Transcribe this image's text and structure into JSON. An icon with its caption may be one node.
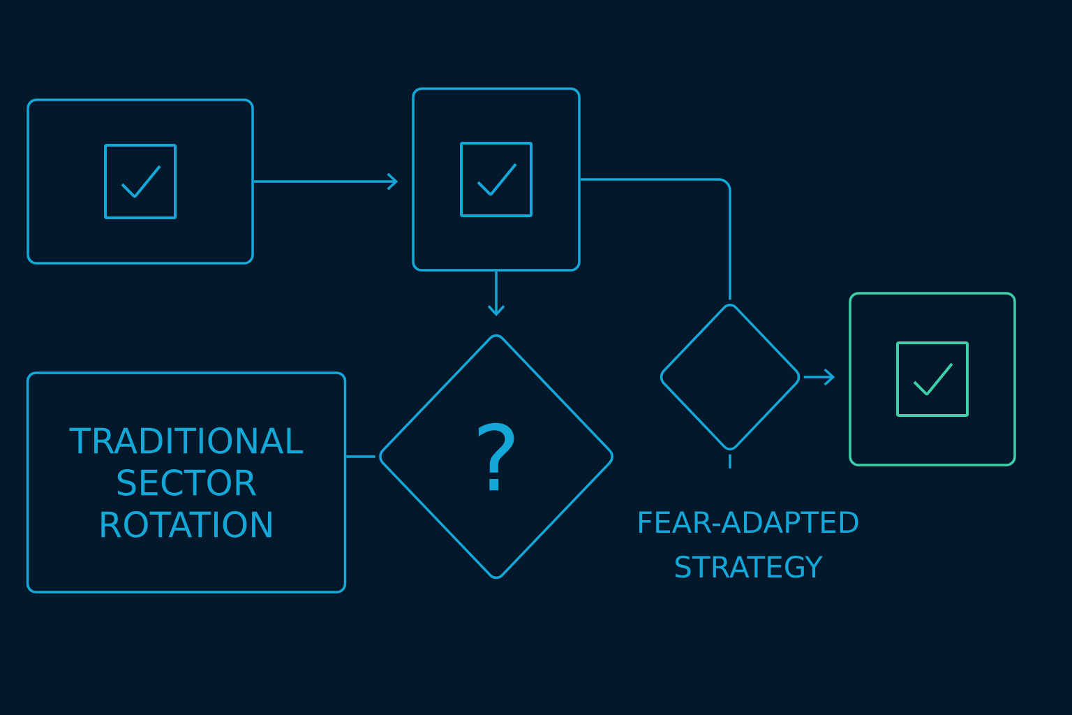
{
  "diagram": {
    "nodes": [
      {
        "text": [],
        "shape": "box"
      },
      {
        "text": [],
        "shape": "box"
      },
      {
        "text": [
          "TRADITIONAL SECTOR ROTATION"
        ]
      },
      {
        "text": [
          "?"
        ]
      },
      {
        "text": [],
        "shape": "diamond"
      },
      {
        "text": [],
        "shape": "box"
      }
    ],
    "edges": [
      {
        "from": 0,
        "to": 1,
        "arrow": "to"
      },
      {
        "from": 1,
        "to": 3,
        "arrow": "to"
      },
      {
        "from": 1,
        "to": 4,
        "arrow": "none"
      },
      {
        "from": 4,
        "to": 5,
        "arrow": "to"
      },
      {
        "from": 2,
        "to": 3,
        "arrow": "none"
      }
    ],
    "labels": [
      "FEAR-ADAPTED STRATEGY"
    ]
  }
}
